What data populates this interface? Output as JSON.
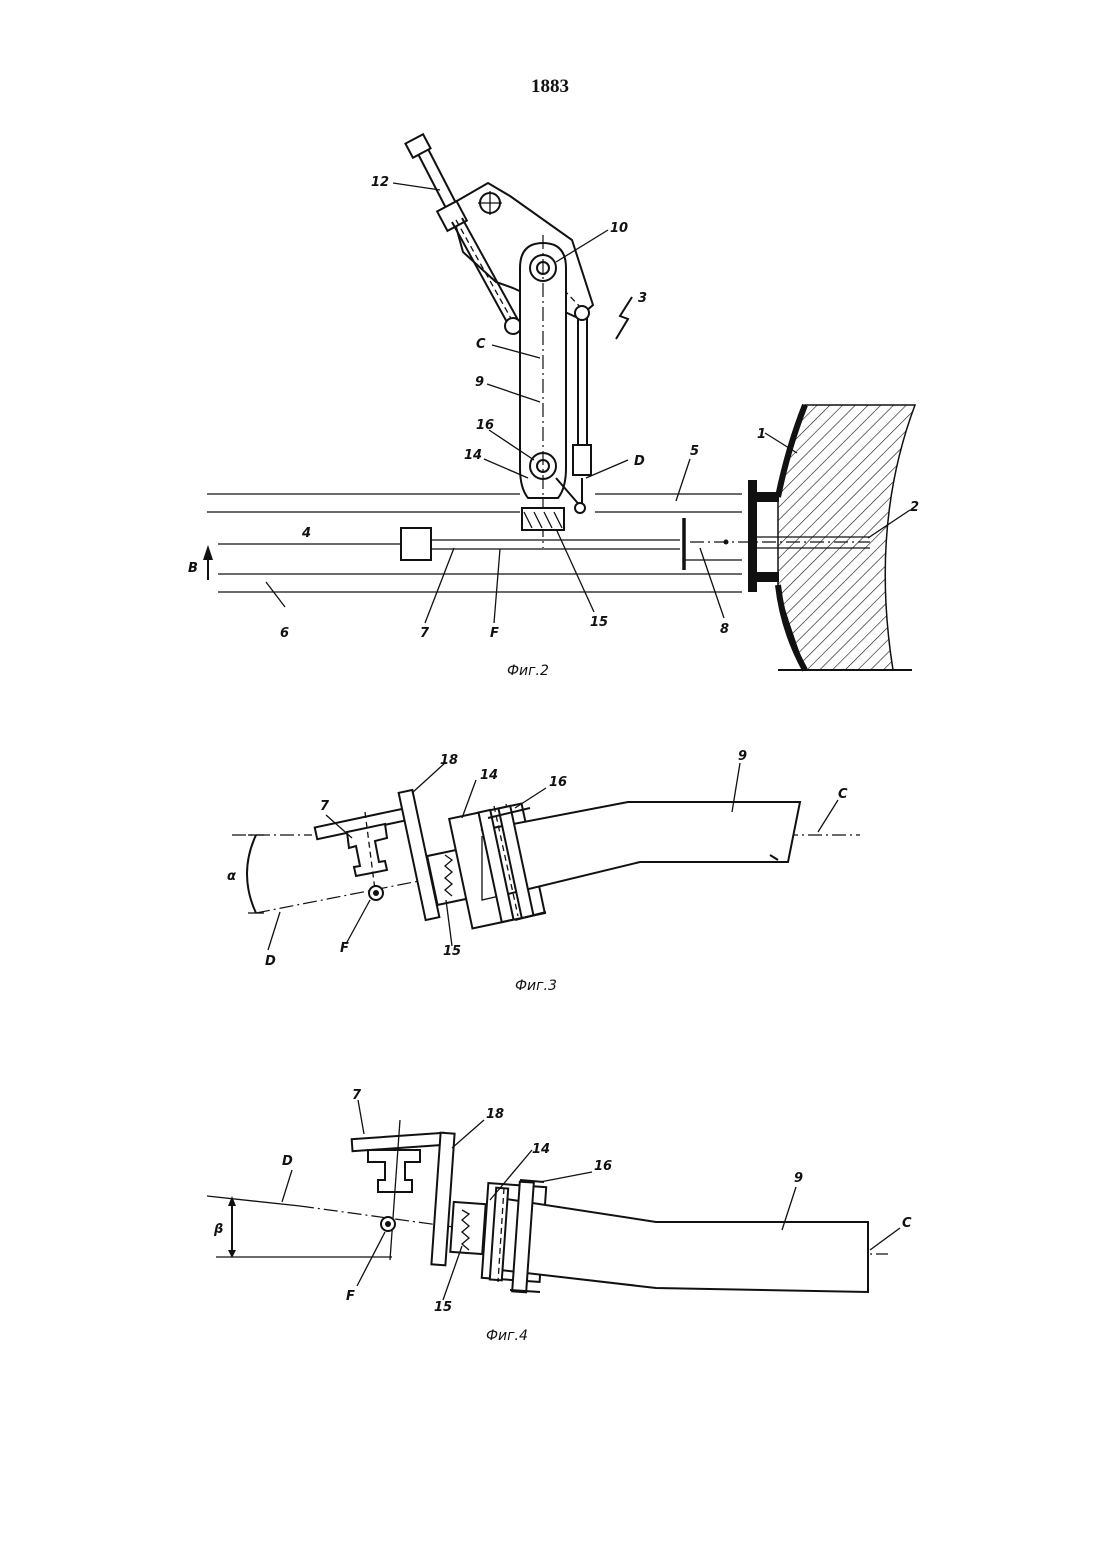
{
  "page": {
    "number": "1883"
  },
  "figures": [
    {
      "caption": "Фиг.2",
      "labels": [
        "12",
        "10",
        "3",
        "C",
        "9",
        "16",
        "14",
        "D",
        "5",
        "1",
        "2",
        "4",
        "B",
        "6",
        "7",
        "F",
        "15",
        "8"
      ]
    },
    {
      "caption": "Фиг.3",
      "labels": [
        "7",
        "18",
        "14",
        "16",
        "9",
        "C",
        "α",
        "D",
        "F",
        "15"
      ]
    },
    {
      "caption": "Фиг.4",
      "labels": [
        "7",
        "18",
        "14",
        "16",
        "9",
        "D",
        "β",
        "C",
        "F",
        "15"
      ]
    }
  ]
}
